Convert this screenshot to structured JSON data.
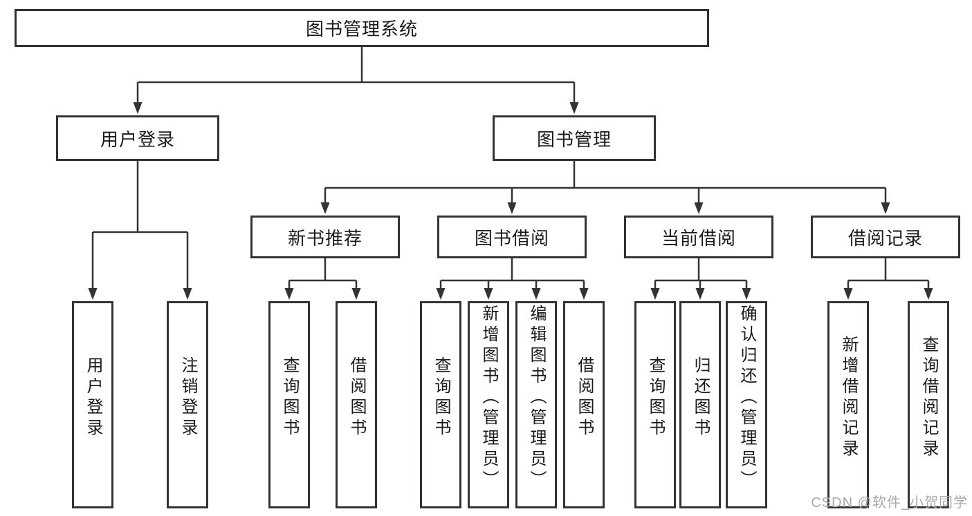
{
  "page": {
    "watermark": "CSDN @软件_小贺同学",
    "background": "#ffffff"
  },
  "colors": {
    "line": "#333333",
    "box_border": "#333333",
    "box_fill": "#ffffff",
    "text": "#1a1a1a",
    "watermark": "#a8a8a8"
  },
  "tree": {
    "root": {
      "label": "图书管理系统",
      "children": [
        {
          "label": "用户登录",
          "children": [
            {
              "label": "用户登录"
            },
            {
              "label": "注销登录"
            }
          ]
        },
        {
          "label": "图书管理",
          "children": [
            {
              "label": "新书推荐",
              "children": [
                {
                  "label": "查询图书"
                },
                {
                  "label": "借阅图书"
                }
              ]
            },
            {
              "label": "图书借阅",
              "children": [
                {
                  "label": "查询图书"
                },
                {
                  "label": "新增图书（管理员）"
                },
                {
                  "label": "编辑图书（管理员）"
                },
                {
                  "label": "借阅图书"
                }
              ]
            },
            {
              "label": "当前借阅",
              "children": [
                {
                  "label": "查询图书"
                },
                {
                  "label": "归还图书"
                },
                {
                  "label": "确认归还（管理员）"
                }
              ]
            },
            {
              "label": "借阅记录",
              "children": [
                {
                  "label": "新增借阅记录"
                },
                {
                  "label": "查询借阅记录"
                }
              ]
            }
          ]
        }
      ]
    }
  }
}
